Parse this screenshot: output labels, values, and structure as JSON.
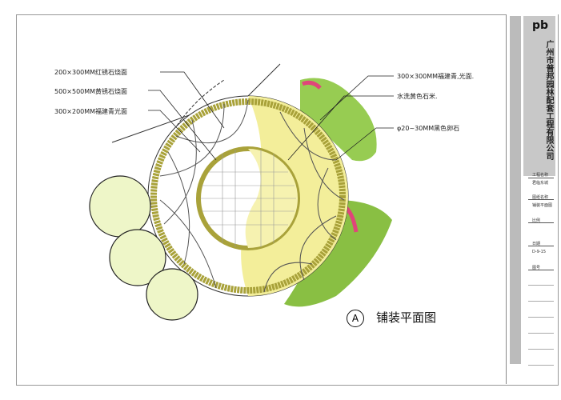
{
  "drawing": {
    "title": "铺装平面图",
    "index_letter": "A",
    "labels_left": [
      "200×300MM红锈石烧面",
      "500×500MM黄锈石烧面",
      "300×200MM福建青光面"
    ],
    "labels_right": [
      "300×300MM福建青,光面.",
      "水洗黄色石米.",
      "φ20~30MM黑色卵石"
    ]
  },
  "title_block": {
    "logo": "pb",
    "company": "广州市普邦园林配套工程有限公司",
    "fields": [
      {
        "label": "工程名称",
        "value": "君临东城"
      },
      {
        "label": "图纸名称",
        "value": "铺装平面图"
      },
      {
        "label": "比例",
        "value": ""
      },
      {
        "label": "日期",
        "value": "D-9-15"
      },
      {
        "label": "图号",
        "value": ""
      }
    ]
  },
  "colors": {
    "paving_yellow": "#f3ee9a",
    "olive_ring": "#a9a23a",
    "green": "#7cc23a",
    "pink": "#e0457a"
  }
}
